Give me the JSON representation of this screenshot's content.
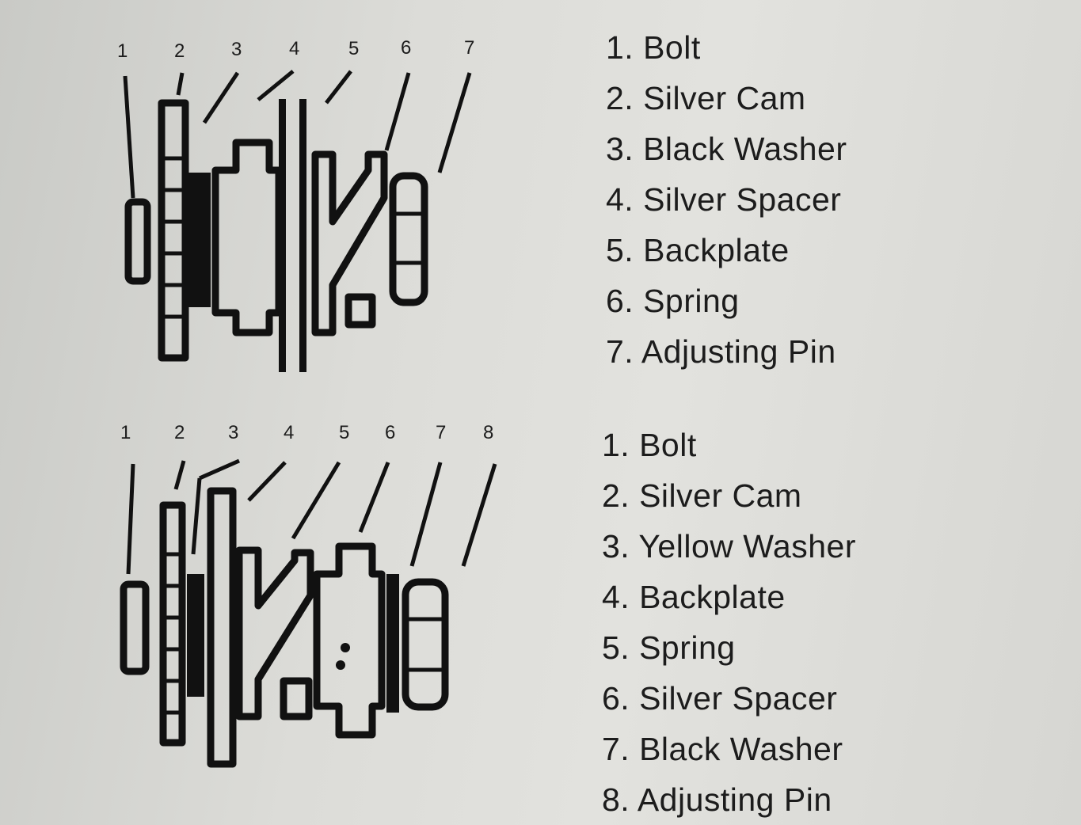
{
  "top": {
    "callouts": [
      "1",
      "2",
      "3",
      "4",
      "5",
      "6",
      "7"
    ],
    "legend": [
      "1. Bolt",
      "2. Silver Cam",
      "3. Black Washer",
      "4. Silver Spacer",
      "5. Backplate",
      "6. Spring",
      "7. Adjusting Pin"
    ]
  },
  "bottom": {
    "callouts": [
      "1",
      "2",
      "3",
      "4",
      "5",
      "6",
      "7",
      "8"
    ],
    "legend": [
      "1. Bolt",
      "2. Silver Cam",
      "3. Yellow Washer",
      "4. Backplate",
      "5. Spring",
      "6. Silver Spacer",
      "7. Black Washer",
      "8. Adjusting Pin"
    ]
  }
}
